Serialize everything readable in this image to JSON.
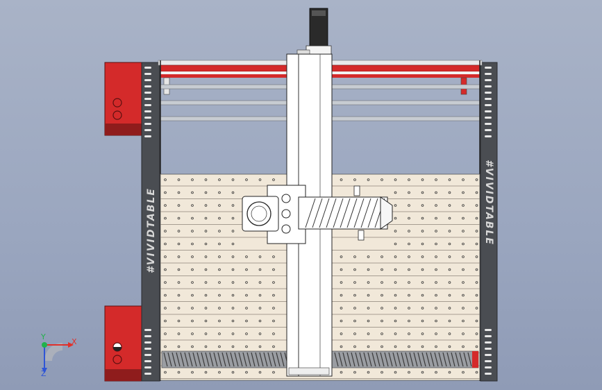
{
  "viewport": {
    "side_text_left": "#VIVIDTABLE",
    "side_text_right": "#VIVIDTABLE"
  },
  "triad": {
    "x_label": "X",
    "y_label": "Y",
    "z_label": "Z"
  },
  "colors": {
    "background_top": "#a9b3c7",
    "background_bottom": "#8f9bb6",
    "frame_red": "#d42a2a",
    "frame_dark_red": "#8f1c1c",
    "rail_gray": "#4a4d52",
    "bed": "#f1e8d9",
    "gantry_white": "#ffffff",
    "rod_gray": "#c7ccd2",
    "axis_x": "#e0302a",
    "axis_y": "#22b24c",
    "axis_z": "#2f55d6"
  }
}
